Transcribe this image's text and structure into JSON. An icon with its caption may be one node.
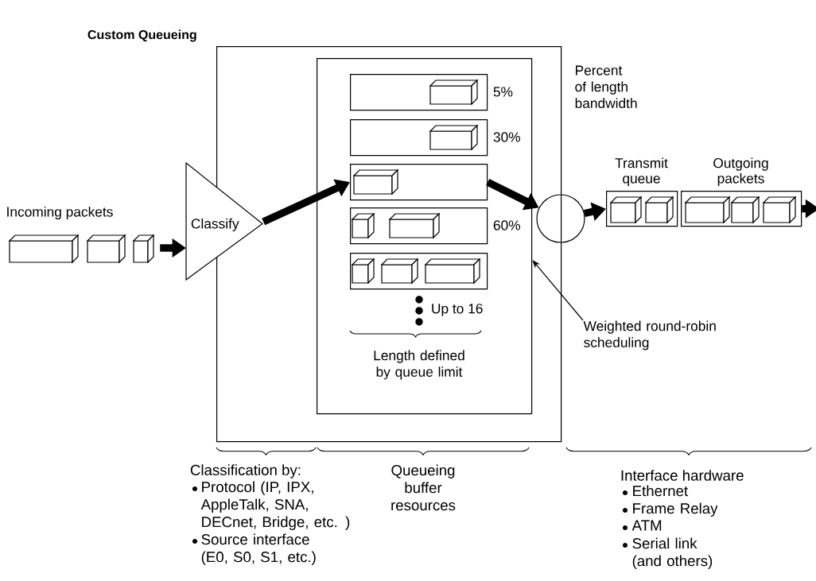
{
  "diagram": {
    "title": "Custom Queueing",
    "nodes": [
      {
        "text": [
          "Incoming packets"
        ]
      },
      {
        "text": [],
        "shape": "box"
      },
      {
        "text": [
          "Classify"
        ]
      },
      {
        "text": [],
        "shape": "box",
        "in": 1
      },
      {
        "text": [],
        "shape": "box",
        "in": 3,
        "beside": [
          "5%"
        ]
      },
      {
        "text": [],
        "shape": "box",
        "in": 3,
        "beside": [
          "30%"
        ]
      },
      {
        "text": [],
        "shape": "box",
        "in": 3
      },
      {
        "text": [],
        "shape": "box",
        "in": 3,
        "beside": [
          "60%"
        ]
      },
      {
        "text": [],
        "shape": "box",
        "in": 3
      },
      {
        "text": [],
        "shape": "circle"
      },
      {
        "text": [
          "Transmit queue"
        ]
      },
      {
        "text": [
          "Outgoing packets"
        ]
      },
      {
        "text": [
          "Weighted round-robin scheduling"
        ]
      }
    ],
    "edges": [
      {
        "from": 0,
        "to": 2,
        "arrow": "to"
      },
      {
        "from": 2,
        "to": 6,
        "arrow": "to"
      },
      {
        "from": 6,
        "to": 9,
        "arrow": "to"
      },
      {
        "from": 9,
        "to": 10,
        "arrow": "to"
      },
      {
        "from": 11,
        "to": null,
        "arrow": "to"
      },
      {
        "from": 12,
        "to": 3,
        "arrow": "to"
      }
    ],
    "labels": [
      "Percent of length bandwidth",
      "Up to 16",
      "Length defined by queue limit",
      "Classification by:",
      "Protocol (IP, IPX, AppleTalk, SNA, DECnet, Bridge, etc. )",
      "Source interface (E0, S0, S1, etc.)",
      "Queueing buffer resources",
      "Interface hardware",
      "Ethernet",
      "Frame Relay",
      "ATM",
      "Serial link (and others)"
    ]
  }
}
